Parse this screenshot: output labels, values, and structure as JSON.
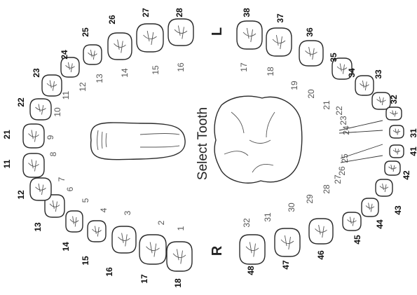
{
  "title": "Select Tooth",
  "side_right": "R",
  "side_left": "L",
  "teeth": {
    "upper_right": [
      {
        "fdi": "18",
        "num": "1"
      },
      {
        "fdi": "17",
        "num": "2"
      },
      {
        "fdi": "16",
        "num": "3"
      },
      {
        "fdi": "15",
        "num": "4"
      },
      {
        "fdi": "14",
        "num": "5"
      },
      {
        "fdi": "13",
        "num": "6"
      },
      {
        "fdi": "12",
        "num": "7"
      },
      {
        "fdi": "11",
        "num": "8"
      }
    ],
    "upper_left": [
      {
        "fdi": "21",
        "num": "9"
      },
      {
        "fdi": "22",
        "num": "10"
      },
      {
        "fdi": "23",
        "num": "11"
      },
      {
        "fdi": "24",
        "num": "12"
      },
      {
        "fdi": "25",
        "num": "13"
      },
      {
        "fdi": "26",
        "num": "14"
      },
      {
        "fdi": "27",
        "num": "15"
      },
      {
        "fdi": "28",
        "num": "16"
      }
    ],
    "lower_left": [
      {
        "fdi": "38",
        "num": "17"
      },
      {
        "fdi": "37",
        "num": "18"
      },
      {
        "fdi": "36",
        "num": "19"
      },
      {
        "fdi": "35",
        "num": "20"
      },
      {
        "fdi": "34",
        "num": "21"
      },
      {
        "fdi": "33",
        "num": "22"
      },
      {
        "fdi": "32",
        "num": "23"
      },
      {
        "fdi": "31",
        "num": "24"
      }
    ],
    "lower_right": [
      {
        "fdi": "41",
        "num": "25"
      },
      {
        "fdi": "42",
        "num": "26"
      },
      {
        "fdi": "43",
        "num": "27"
      },
      {
        "fdi": "44",
        "num": "28"
      },
      {
        "fdi": "45",
        "num": "29"
      },
      {
        "fdi": "46",
        "num": "30"
      },
      {
        "fdi": "47",
        "num": "31"
      },
      {
        "fdi": "48",
        "num": "32"
      }
    ]
  }
}
